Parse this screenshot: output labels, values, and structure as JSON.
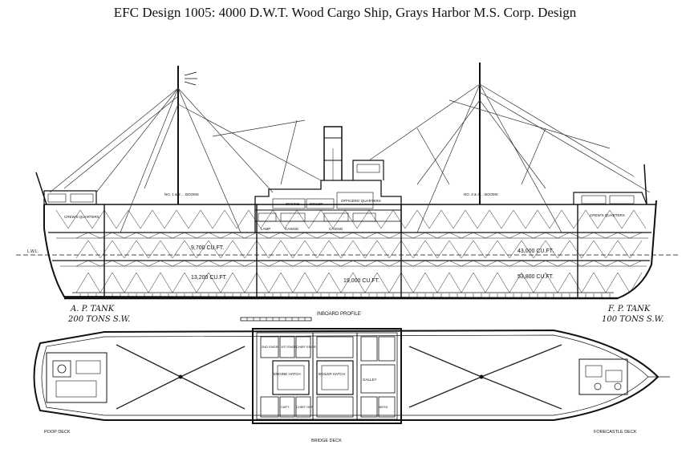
{
  "title": "EFC Design 1005:  4000 D.W.T. Wood Cargo Ship, Grays Harbor M.S. Corp. Design",
  "profile": {
    "section_label": "INBOARD PROFILE",
    "aft_tank": "A. P. TANK",
    "aft_tank_capacity": "200 TONS S.W.",
    "fwd_tank": "F. P. TANK",
    "fwd_tank_capacity": "100 TONS S.W.",
    "hold_labels": [
      "9,700 CU.FT.",
      "13,200 CU.FT.",
      "19,000 CU.FT.",
      "43,000 CU.FT.",
      "53,800 CU.FT."
    ],
    "rooms": [
      "CREW'S QUARTERS",
      "ENGINE",
      "BOILER",
      "OFFICERS' QUARTERS",
      "CASING",
      "CASING",
      "LAMP",
      "CREW'S QUARTERS"
    ],
    "booms": [
      "NO. 1 & 2 ... BOOMS",
      "NO. 3 & 4 ... BOOMS"
    ],
    "waterline": "L.W.L."
  },
  "deck_plan": {
    "poop_deck": "POOP DECK",
    "bridge_deck": "BRIDGE DECK",
    "forecastle_deck": "FORECASTLE DECK",
    "rooms": [
      "ENGINE HATCH",
      "BOILER HATCH",
      "GALLEY",
      "2ND ENGR.",
      "1ST ENGR.",
      "CHIEF ENGR.",
      "CAPT.",
      "CHIEF OFF.",
      "MESS"
    ]
  }
}
